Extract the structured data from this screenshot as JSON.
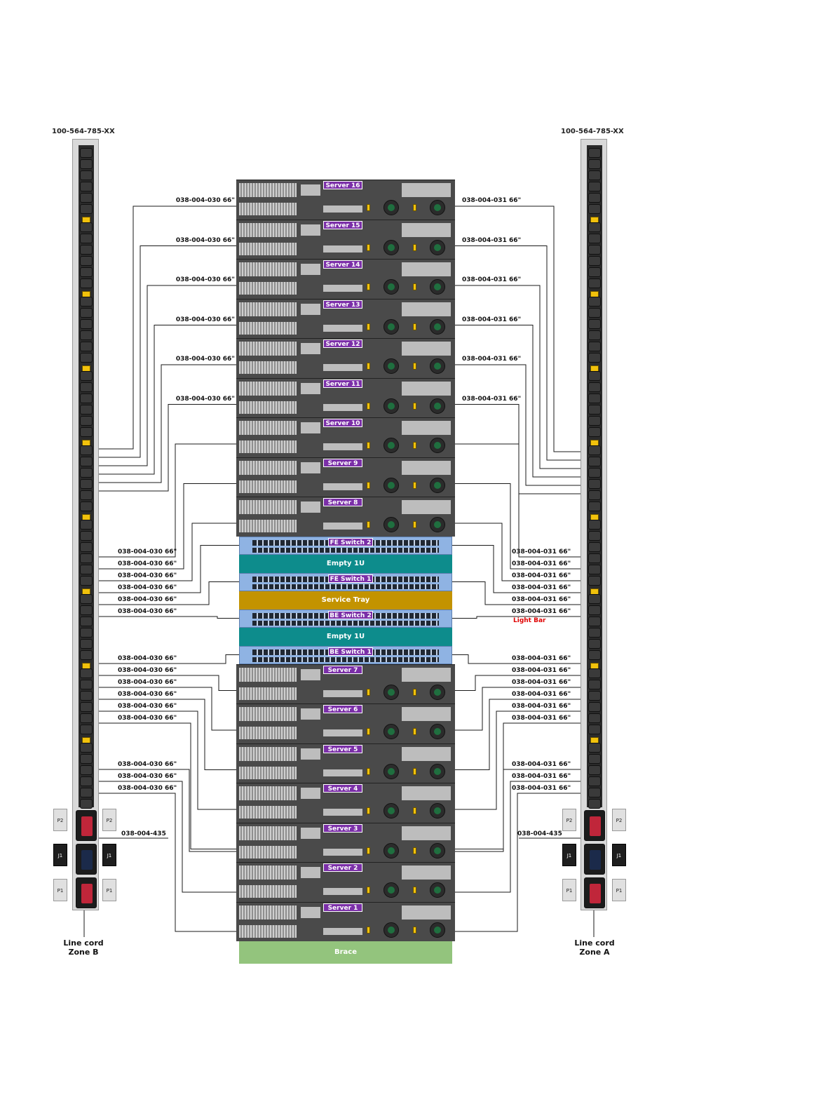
{
  "pdu_left": {
    "part_number": "100-564-785-XX",
    "line_cord": "Line cord",
    "zone": "Zone B"
  },
  "pdu_right": {
    "part_number": "100-564-785-XX",
    "line_cord": "Line cord",
    "zone": "Zone A"
  },
  "pdu_modules": [
    "P2",
    "J1",
    "P1"
  ],
  "rack_units": [
    {
      "id": "s16",
      "type": "server",
      "label": "Server 16"
    },
    {
      "id": "s15",
      "type": "server",
      "label": "Server 15"
    },
    {
      "id": "s14",
      "type": "server",
      "label": "Server 14"
    },
    {
      "id": "s13",
      "type": "server",
      "label": "Server 13"
    },
    {
      "id": "s12",
      "type": "server",
      "label": "Server 12"
    },
    {
      "id": "s11",
      "type": "server",
      "label": "Server 11"
    },
    {
      "id": "s10",
      "type": "server",
      "label": "Server 10"
    },
    {
      "id": "s9",
      "type": "server",
      "label": "Server 9"
    },
    {
      "id": "s8",
      "type": "server",
      "label": "Server 8"
    },
    {
      "id": "fe2",
      "type": "switch",
      "label": "FE Switch 2"
    },
    {
      "id": "empty_a",
      "type": "band",
      "label": "Empty 1U",
      "color": "#0d8c8c"
    },
    {
      "id": "fe1",
      "type": "switch",
      "label": "FE Switch 1"
    },
    {
      "id": "tray",
      "type": "band",
      "label": "Service Tray",
      "color": "#c39300"
    },
    {
      "id": "be2",
      "type": "switch",
      "label": "BE Switch 2"
    },
    {
      "id": "empty_b",
      "type": "band",
      "label": "Empty 1U",
      "color": "#0d8c8c"
    },
    {
      "id": "be1",
      "type": "switch",
      "label": "BE Switch 1"
    },
    {
      "id": "s7",
      "type": "server",
      "label": "Server 7"
    },
    {
      "id": "s6",
      "type": "server",
      "label": "Server 6"
    },
    {
      "id": "s5",
      "type": "server",
      "label": "Server 5"
    },
    {
      "id": "s4",
      "type": "server",
      "label": "Server 4"
    },
    {
      "id": "s3",
      "type": "server",
      "label": "Server 3"
    },
    {
      "id": "s2",
      "type": "server",
      "label": "Server 2"
    },
    {
      "id": "s1",
      "type": "server",
      "label": "Server 1"
    },
    {
      "id": "brace",
      "type": "band",
      "label": "Brace",
      "color": "#93c47d"
    }
  ],
  "left_cable_labels": {
    "servers_top": [
      "038-004-030 66\"",
      "038-004-030 66\"",
      "038-004-030 66\"",
      "038-004-030 66\"",
      "038-004-030 66\"",
      "038-004-030 66\""
    ],
    "switches": [
      "038-004-030 66\"",
      "038-004-030 66\"",
      "038-004-030 66\"",
      "038-004-030 66\"",
      "038-004-030 66\"",
      "038-004-030 66\""
    ],
    "servers_mid": [
      "038-004-030 66\"",
      "038-004-030 66\"",
      "038-004-030 66\"",
      "038-004-030 66\"",
      "038-004-030 66\"",
      "038-004-030 66\""
    ],
    "servers_low": [
      "038-004-030 66\"",
      "038-004-030 66\"",
      "038-004-030 66\""
    ],
    "link": "038-004-435"
  },
  "right_cable_labels": {
    "servers_top": [
      "038-004-031 66\"",
      "038-004-031 66\"",
      "038-004-031 66\"",
      "038-004-031 66\"",
      "038-004-031 66\"",
      "038-004-031 66\""
    ],
    "switches": [
      "038-004-031 66\"",
      "038-004-031 66\"",
      "038-004-031 66\"",
      "038-004-031 66\"",
      "038-004-031 66\"",
      "038-004-031 66\""
    ],
    "light_bar": "Light Bar",
    "servers_mid": [
      "038-004-031 66\"",
      "038-004-031 66\"",
      "038-004-031 66\"",
      "038-004-031 66\"",
      "038-004-031 66\"",
      "038-004-031 66\""
    ],
    "servers_low": [
      "038-004-031 66\"",
      "038-004-031 66\"",
      "038-004-031 66\""
    ],
    "link": "038-004-435"
  },
  "colors": {
    "server_tag": "#7b2fa8",
    "empty_band": "#0d8c8c",
    "service_tray": "#c39300",
    "brace": "#93c47d",
    "light_bar_text": "#e00000",
    "breaker": "#f2c20c"
  }
}
